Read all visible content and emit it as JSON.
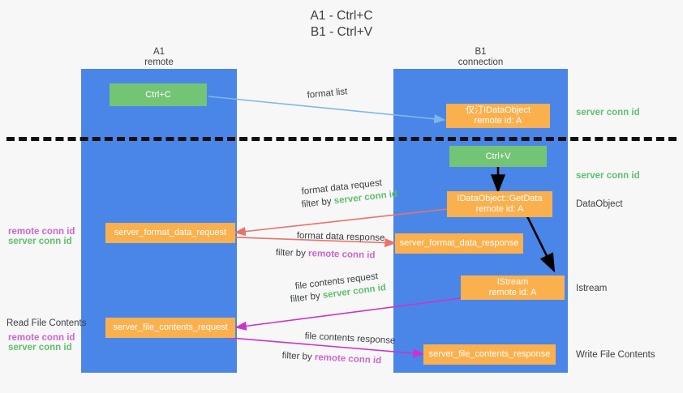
{
  "title": {
    "line1": "A1 - Ctrl+C",
    "line2": "B1 - Ctrl+V"
  },
  "colors": {
    "lane": "#4a86e8",
    "green_box": "#74c476",
    "orange_box": "#fbb04e",
    "server_conn_text": "#5fbf6d",
    "remote_conn_text": "#cc66cc",
    "arrow_blue": "#7fb8e8",
    "arrow_red": "#e8736b",
    "arrow_magenta": "#cc33cc",
    "arrow_black": "#000000",
    "background": "#f7f7f7"
  },
  "lanes": [
    {
      "name": "A1",
      "sub": "remote"
    },
    {
      "name": "B1",
      "sub": "connection"
    }
  ],
  "boxes": {
    "ctrl_c": {
      "line1": "Ctrl+C"
    },
    "idataobject": {
      "line1": "仅汀IDataObject",
      "line2": "remote id: A"
    },
    "ctrl_v": {
      "line1": "Ctrl+V"
    },
    "getdata": {
      "line1": "IDataObject::GetData",
      "line2": "remote id: A"
    },
    "server_format_data_request": {
      "line1": "server_format_data_request"
    },
    "server_format_data_response": {
      "line1": "server_format_data_response"
    },
    "istream": {
      "line1": "IStream",
      "line2": "remote id: A"
    },
    "server_file_contents_request": {
      "line1": "server_file_contents_request"
    },
    "server_file_contents_response": {
      "line1": "server_file_contents_response"
    }
  },
  "annotations": {
    "format_list": "format list",
    "format_data_request": "format data request",
    "format_data_response": "format data response",
    "file_contents_request": "file contents request",
    "file_contents_response": "file contents response",
    "filter_by": "filter by",
    "server_conn_id": "server conn id",
    "remote_conn_id": "remote conn id"
  },
  "right_labels": {
    "server_conn_id_top": "server conn id",
    "server_conn_id_mid": "server conn id",
    "dataobject": "DataObject",
    "istream": "Istream",
    "write_file_contents": "Write File Contents"
  },
  "left_labels": {
    "remote_conn_id_1": "remote conn id",
    "server_conn_id_1": "server conn id",
    "read_file_contents": "Read File Contents",
    "remote_conn_id_2": "remote conn id",
    "server_conn_id_2": "server conn id"
  }
}
